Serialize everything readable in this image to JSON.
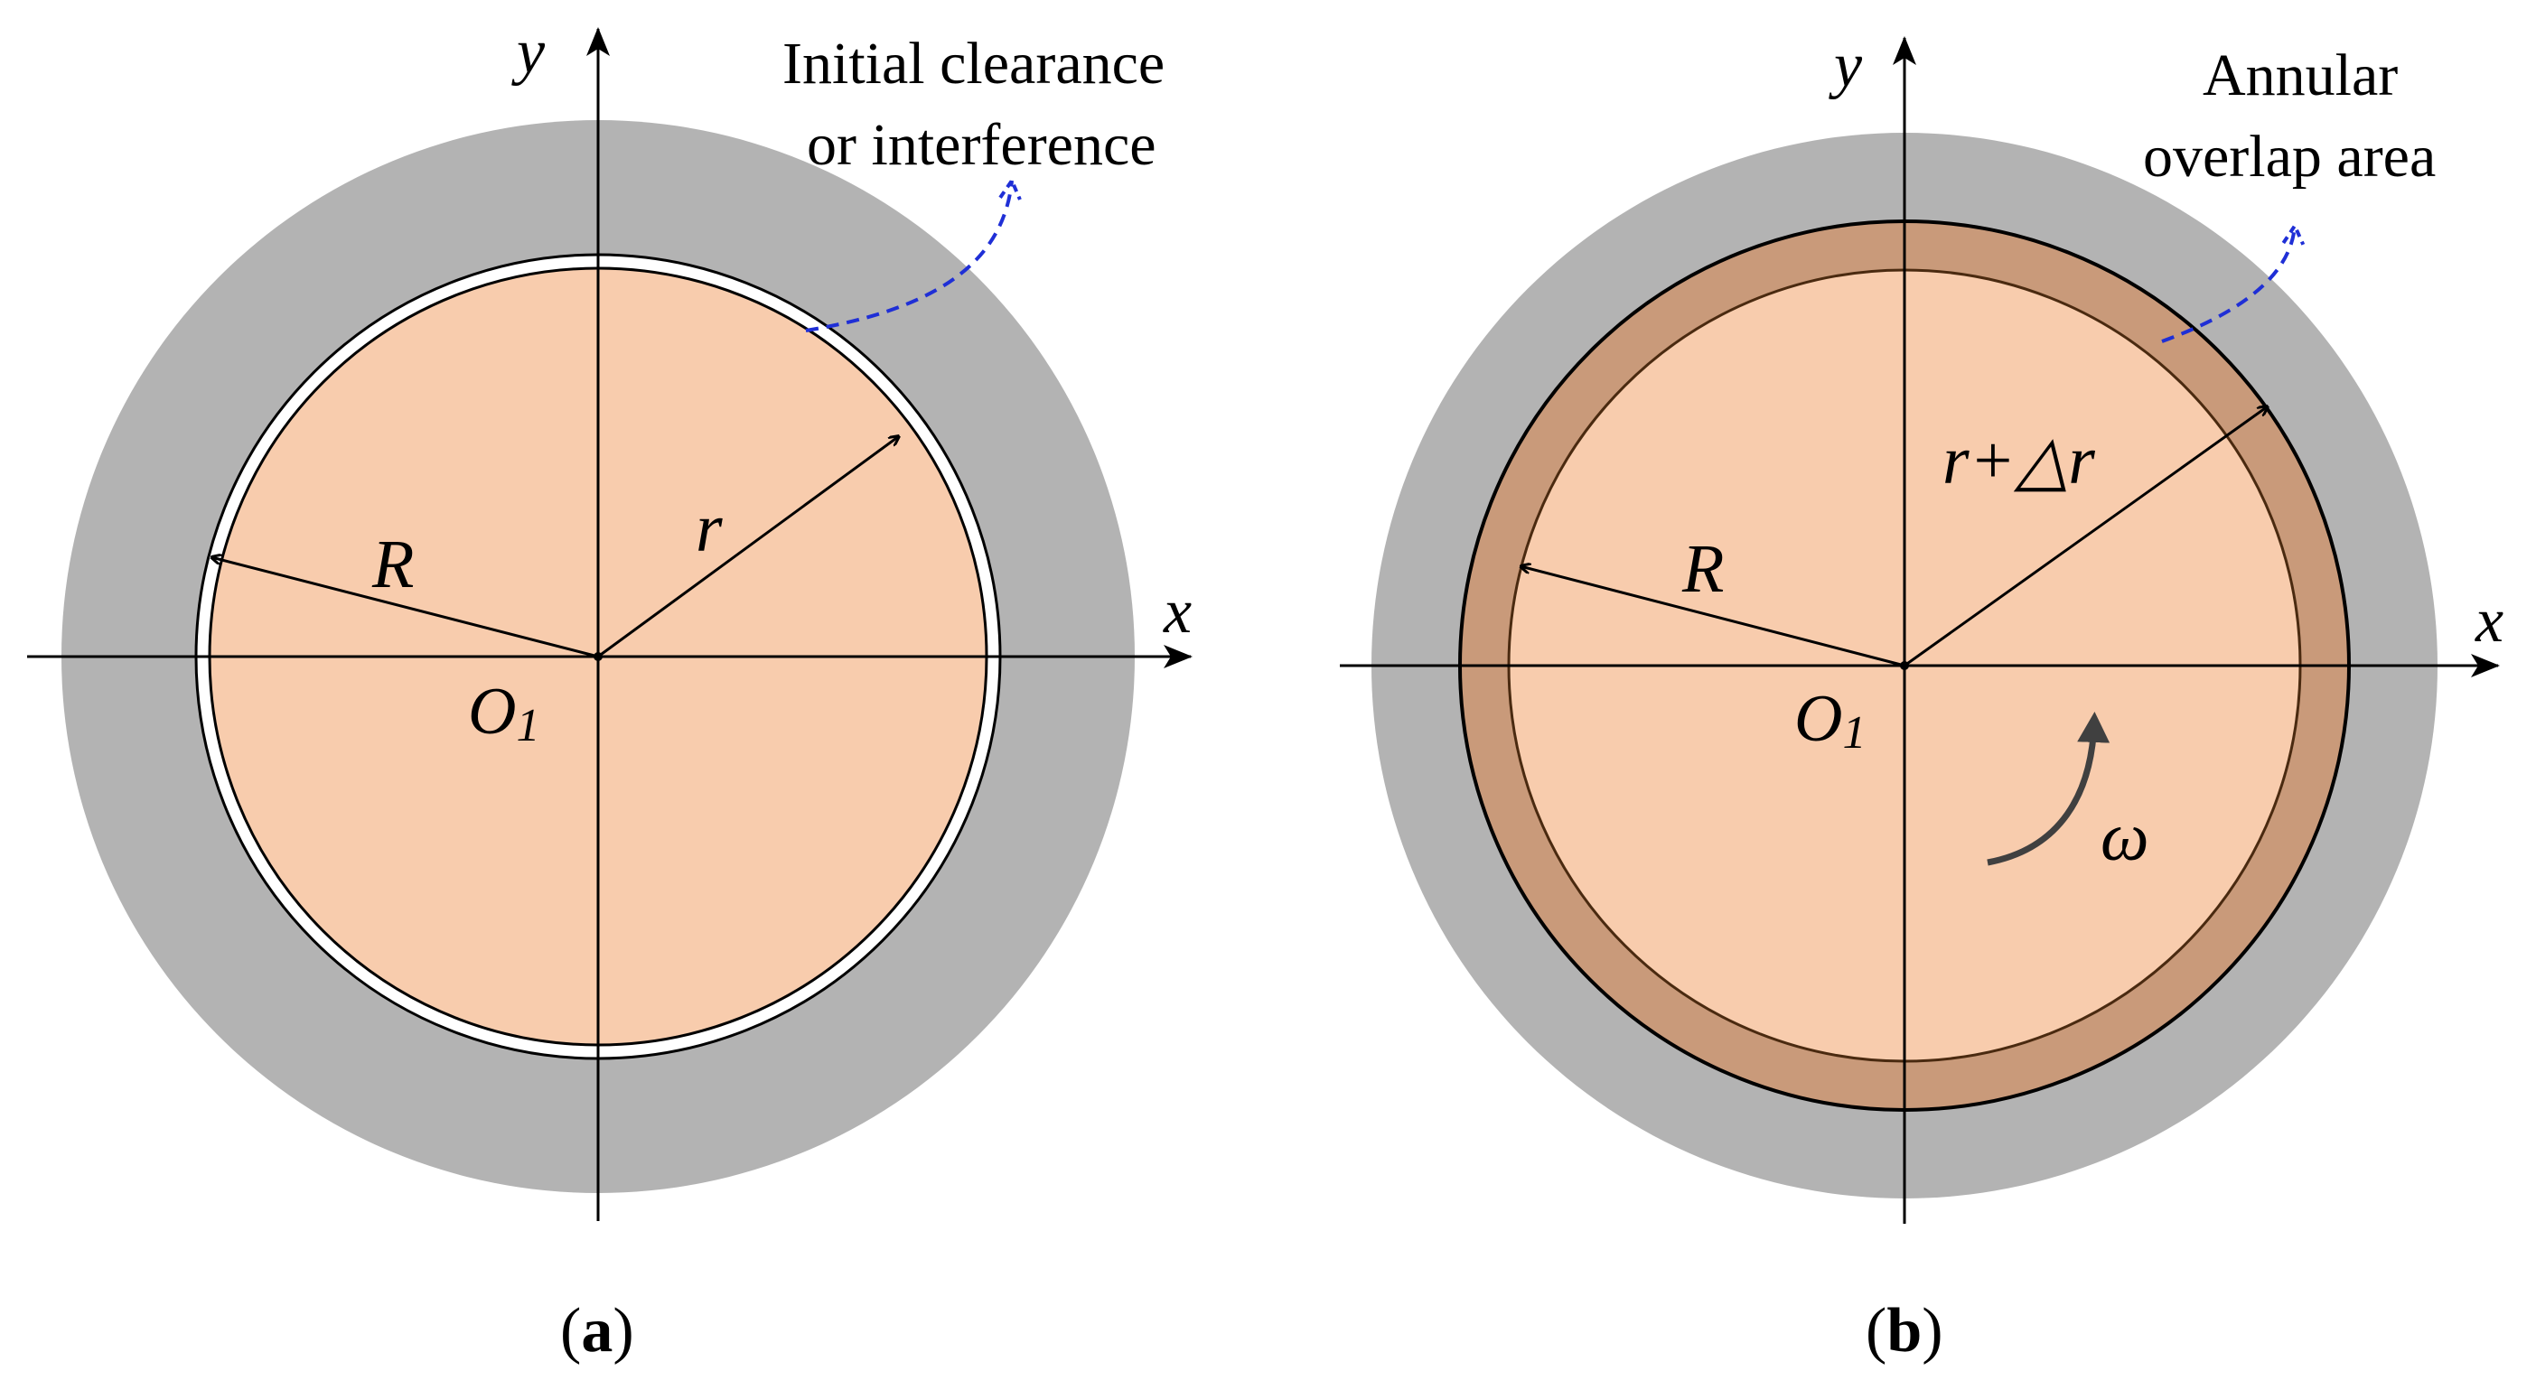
{
  "panel_a": {
    "caption_open": "(",
    "caption_letter": "a",
    "caption_close": ")",
    "axis_x": "x",
    "axis_y": "y",
    "origin": "O",
    "origin_sub": "1",
    "outer_radius_label": "R",
    "inner_radius_label": "r",
    "annotation_line1": "Initial clearance",
    "annotation_line2": "or interference"
  },
  "panel_b": {
    "caption_open": "(",
    "caption_letter": "b",
    "caption_close": ")",
    "axis_x": "x",
    "axis_y": "y",
    "origin": "O",
    "origin_sub": "1",
    "outer_radius_label": "R",
    "inner_radius_label": "r+△r",
    "rotation_label": "ω",
    "annotation_line1": "Annular",
    "annotation_line2": "overlap area"
  },
  "colors": {
    "housing": "#b3b3b3",
    "shaft": "#f8ccad",
    "overlap_ring": "#c99a7a",
    "annotation_arrow": "#1f2fd6",
    "rotation_arrow": "#404040"
  }
}
